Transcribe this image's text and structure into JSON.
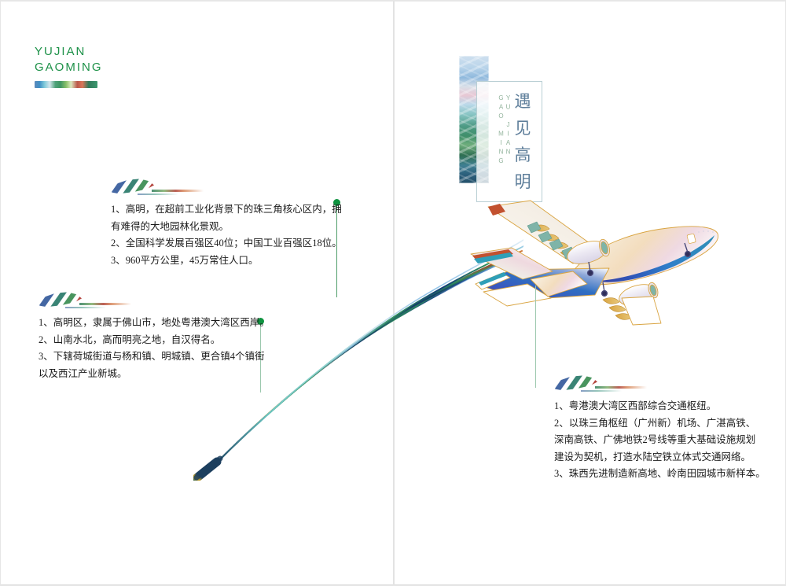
{
  "document": {
    "title": "遇见高明 — 画册内页",
    "background_color": "#ffffff",
    "accent_green": "#0f9340",
    "brand_green": "#1d9148",
    "divider_color": "#e3e3e3"
  },
  "brand": {
    "line1": "YUJIAN",
    "line2": "GAOMING",
    "bar_name": "brand-gradient-bar"
  },
  "banner": {
    "chinese_title": [
      "遇",
      "见",
      "高",
      "明"
    ],
    "pinyin": "YU JIAN GAO MING",
    "photo_name": "landscape-illustration-strip"
  },
  "illustration": {
    "airplane_name": "airliner-illustration",
    "contrail_name": "multicolor-contrail-streaks"
  },
  "callouts": [
    {
      "id": "overview",
      "lines": [
        "1、高明，在超前工业化背景下的珠三角核心区内，拥",
        "有难得的大地园林化景观。",
        "2、全国科学发展百强区40位；中国工业百强区18位。",
        "3、960平方公里，45万常住人口。"
      ]
    },
    {
      "id": "location",
      "lines": [
        "1、高明区，隶属于佛山市，地处粤港澳大湾区西岸。",
        "2、山南水北，高而明亮之地，自汉得名。",
        "3、下辖荷城街道与杨和镇、明城镇、更合镇4个镇街",
        "以及西江产业新城。"
      ]
    },
    {
      "id": "transport",
      "lines": [
        "1、粤港澳大湾区西部综合交通枢纽。",
        "2、以珠三角枢纽（广州新）机场、广湛高铁、",
        "深南高铁、广佛地铁2号线等重大基础设施规划",
        "建设为契机，打造水陆空铁立体式交通网络。",
        "3、珠西先进制造新高地、岭南田园城市新样本。"
      ]
    }
  ]
}
